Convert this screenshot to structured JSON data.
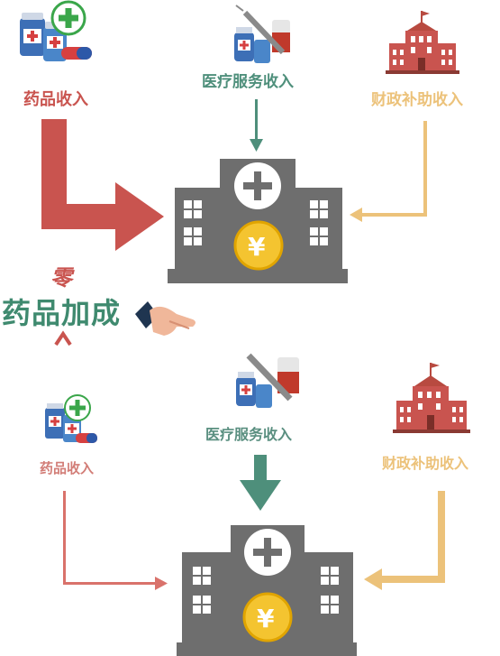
{
  "top": {
    "drug_income": "药品收入",
    "medical_service_income": "医疗服务收入",
    "fiscal_subsidy_income": "财政补助收入"
  },
  "middle": {
    "zero": "零",
    "drug_markup": "药品加成"
  },
  "bottom": {
    "drug_income": "药品收入",
    "medical_service_income": "医疗服务收入",
    "fiscal_subsidy_income": "财政补助收入"
  },
  "colors": {
    "drug_arrow": "#c9544f",
    "service_arrow": "#4e8f7b",
    "subsidy_arrow": "#ecc27a",
    "hospital": "#6e6e6e",
    "coin": "#f4c430"
  },
  "icons": {
    "yuan": "¥",
    "cross": "+"
  }
}
